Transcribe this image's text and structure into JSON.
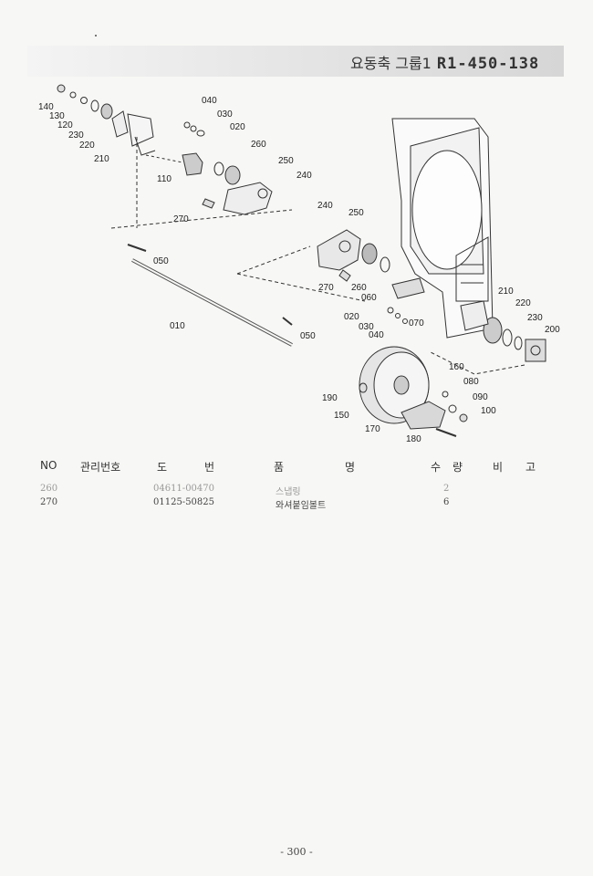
{
  "header": {
    "group_title": "요동축 그룹1",
    "model_code": "R1-450-138"
  },
  "diagram_labels": [
    "140",
    "130",
    "120",
    "230",
    "220",
    "210",
    "040",
    "030",
    "020",
    "260",
    "250",
    "240",
    "110",
    "270",
    "050",
    "010",
    "050",
    "240",
    "250",
    "270",
    "260",
    "060",
    "020",
    "030",
    "040",
    "070",
    "210",
    "220",
    "230",
    "200",
    "160",
    "080",
    "090",
    "100",
    "190",
    "150",
    "170",
    "180"
  ],
  "table": {
    "headers": {
      "no": "NO",
      "mgmt_no": "관리번호",
      "drawing_no_1": "도",
      "drawing_no_2": "번",
      "part_name_1": "품",
      "part_name_2": "명",
      "qty_1": "수",
      "qty_2": "량",
      "remark_1": "비",
      "remark_2": "고"
    },
    "rows": [
      {
        "no": "260",
        "mgmt_no": "",
        "drawing_no": "04611-00470",
        "part_name": "스냅링",
        "qty": "2",
        "remark": ""
      },
      {
        "no": "270",
        "mgmt_no": "",
        "drawing_no": "01125-50825",
        "part_name": "와셔붙임볼트",
        "qty": "6",
        "remark": ""
      }
    ]
  },
  "footer": {
    "page_number": "- 300 -"
  }
}
